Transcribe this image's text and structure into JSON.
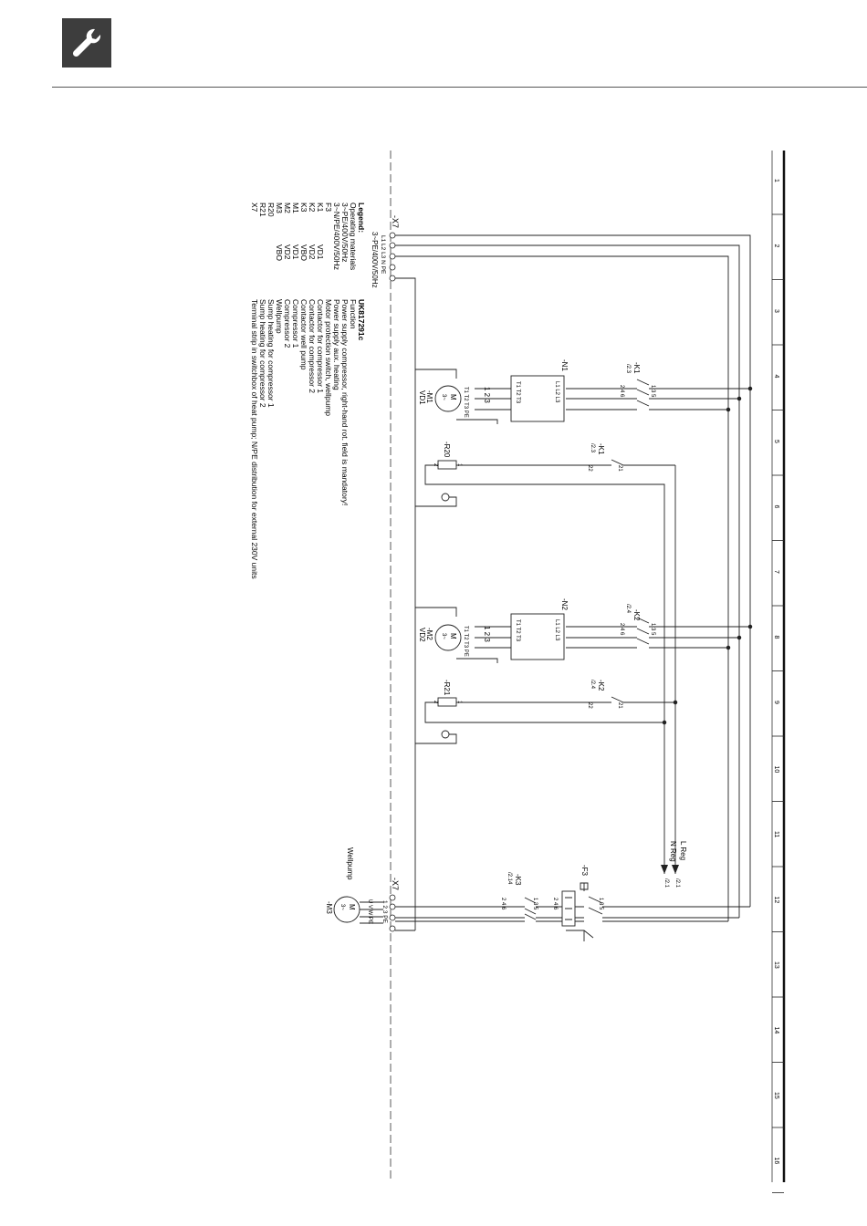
{
  "header": {
    "icon": "wrench-icon"
  },
  "columns": [
    "1",
    "2",
    "3",
    "4",
    "5",
    "6",
    "7",
    "8",
    "9",
    "10",
    "11",
    "12",
    "13",
    "14",
    "15",
    "16"
  ],
  "supply": {
    "terminal": "-X7",
    "pins": "L1 L2 L3 N PE",
    "label": "3~PE/400V/50Hz"
  },
  "legend": {
    "title": "Legend:",
    "model": "UK817291c",
    "col1_header": "Operating materials",
    "col2_header": "Function",
    "rows": [
      {
        "tag": "3~PE/400V/50Hz",
        "sub": "",
        "func": "Power supply compressor, right-hand rot. field is mandatory!"
      },
      {
        "tag": "3~N/PE/400V/50Hz",
        "sub": "",
        "func": "Power supply aux. heating"
      },
      {
        "tag": "F3",
        "sub": "",
        "func": "Motor protection switch, wellpump"
      },
      {
        "tag": "K1",
        "sub": "VD1",
        "func": "Contactor for compressor 1"
      },
      {
        "tag": "K2",
        "sub": "VD2",
        "func": "Contactor for compressor 2"
      },
      {
        "tag": "K3",
        "sub": "VBO",
        "func": "Contactor well pump"
      },
      {
        "tag": "M1",
        "sub": "VD1",
        "func": "Compressor 1"
      },
      {
        "tag": "M2",
        "sub": "VD2",
        "func": "Compressor 2"
      },
      {
        "tag": "M3",
        "sub": "VBO",
        "func": "Wellpump"
      },
      {
        "tag": "R20",
        "sub": "",
        "func": "Sump heating for compressor 1"
      },
      {
        "tag": "R21",
        "sub": "",
        "func": "Sump heating for compressor 2"
      },
      {
        "tag": "X7",
        "sub": "",
        "func": "Terminal strip in switchbox of heat pump; N/PE distribution for external 230V units"
      }
    ]
  },
  "devices": {
    "k1": {
      "name": "-K1",
      "ref": "/2.3",
      "pins_top": "1  3  5",
      "pins_bottom": "2  4  6"
    },
    "k1b": {
      "name": "-K1",
      "ref": "/2.3",
      "pin_a": "21",
      "pin_b": "22"
    },
    "k2": {
      "name": "-K2",
      "ref": "/2.4",
      "pins_top": "1  3  5",
      "pins_bottom": "2  4  6"
    },
    "k2b": {
      "name": "-K2",
      "ref": "/2.4",
      "pin_a": "21",
      "pin_b": "22"
    },
    "k3": {
      "name": "-K3",
      "ref": "/2.14",
      "pins_top": "1  3  5",
      "pins_bottom": "2  4  6"
    },
    "n1": {
      "name": "-N1",
      "in": "L1  L2  L3",
      "out": "T1  T2  T3"
    },
    "n2": {
      "name": "-N2",
      "in": "L1  L2  L3",
      "out": "T1  T2  T3"
    },
    "m1": {
      "name": "-M1",
      "sub": "VD1",
      "pins": "T1 T2 T3 PE",
      "nums": "1  2  3",
      "symbol": "M",
      "phase": "3~"
    },
    "m2": {
      "name": "-M2",
      "sub": "VD2",
      "pins": "T1 T2 T3 PE",
      "nums": "1  2  3",
      "symbol": "M",
      "phase": "3~"
    },
    "m3": {
      "name": "-M3",
      "title": "Wellpump",
      "pins": "U  V  W  PE",
      "symbol": "M",
      "phase": "3~"
    },
    "r20": {
      "name": "-R20",
      "pin1": "1",
      "pin2": "2"
    },
    "r21": {
      "name": "-R21",
      "pin1": "1",
      "pin2": "2"
    },
    "f3": {
      "name": "-F3",
      "pins_top": "1  3  5",
      "pins_bottom": "2  4  6"
    },
    "x7b": {
      "name": "-X7",
      "pins": "1  2  3  PE"
    },
    "lreg": {
      "label": "L Reg",
      "ref": "/2.1"
    },
    "nreg": {
      "label": "N Reg",
      "ref": "/2.1"
    }
  }
}
